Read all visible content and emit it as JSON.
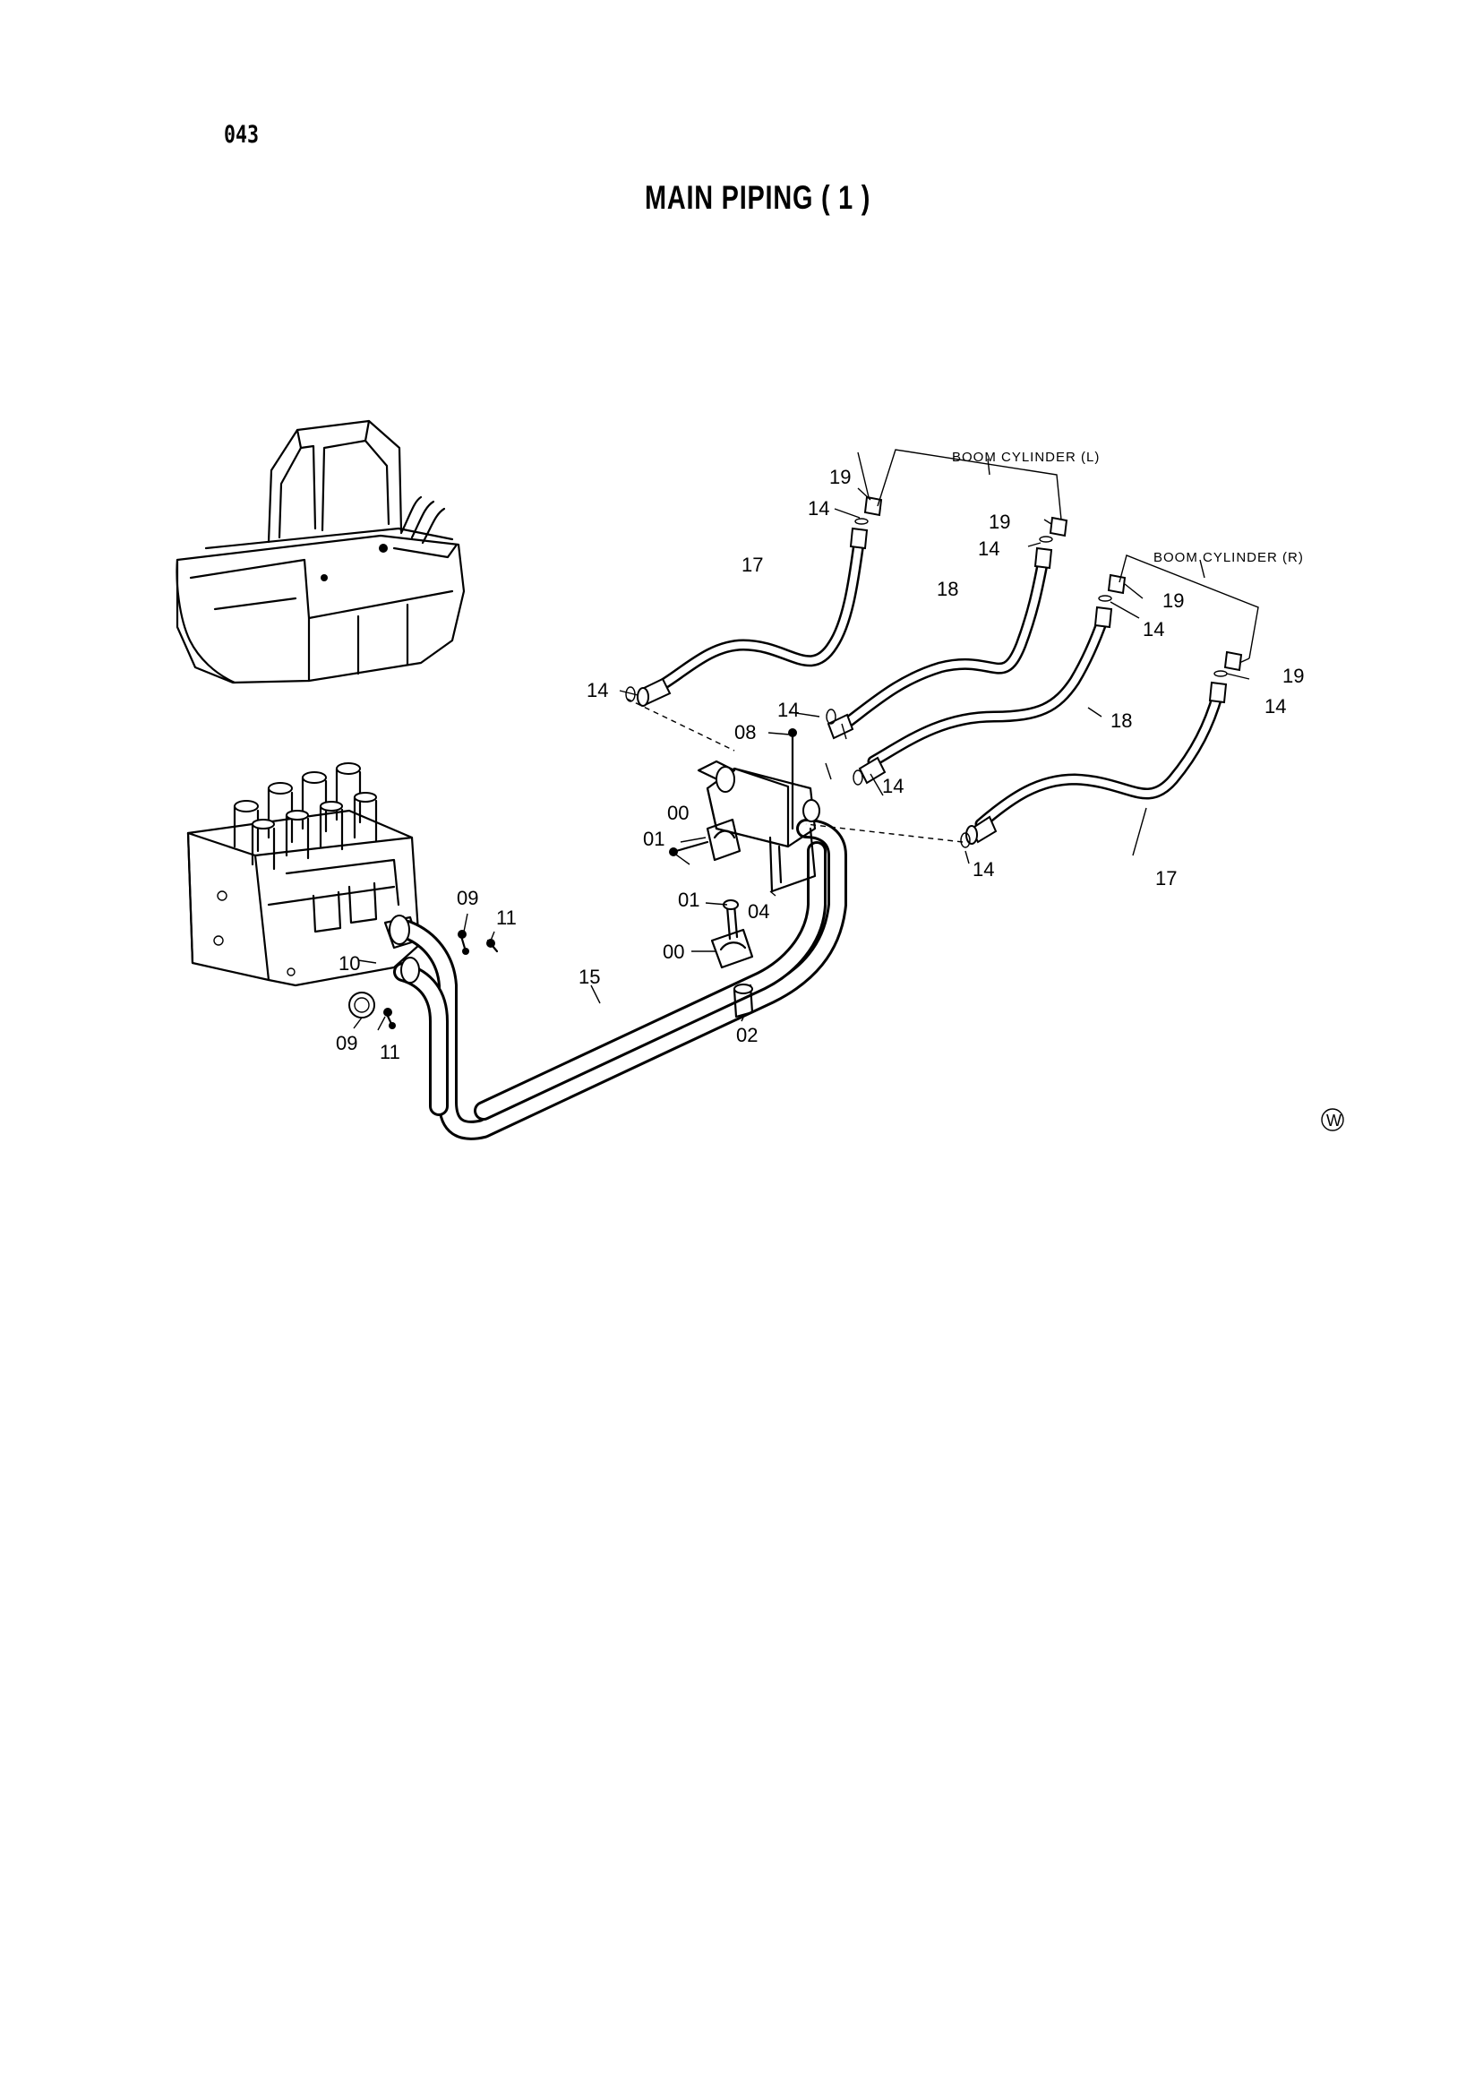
{
  "page_number": "043",
  "title": "MAIN PIPING ( 1 )",
  "notes": {
    "boom_cyl_left": "BOOM CYLINDER (L)",
    "boom_cyl_right": "BOOM CYLINDER (R)"
  },
  "callouts": [
    "19",
    "14",
    "17",
    "19",
    "14",
    "18",
    "19",
    "14",
    "18",
    "19",
    "14",
    "17",
    "14",
    "08",
    "14",
    "14",
    "00",
    "01",
    "04",
    "01",
    "00",
    "15",
    "02",
    "09",
    "11",
    "10",
    "09",
    "11",
    "14"
  ],
  "corner_mark": "W"
}
